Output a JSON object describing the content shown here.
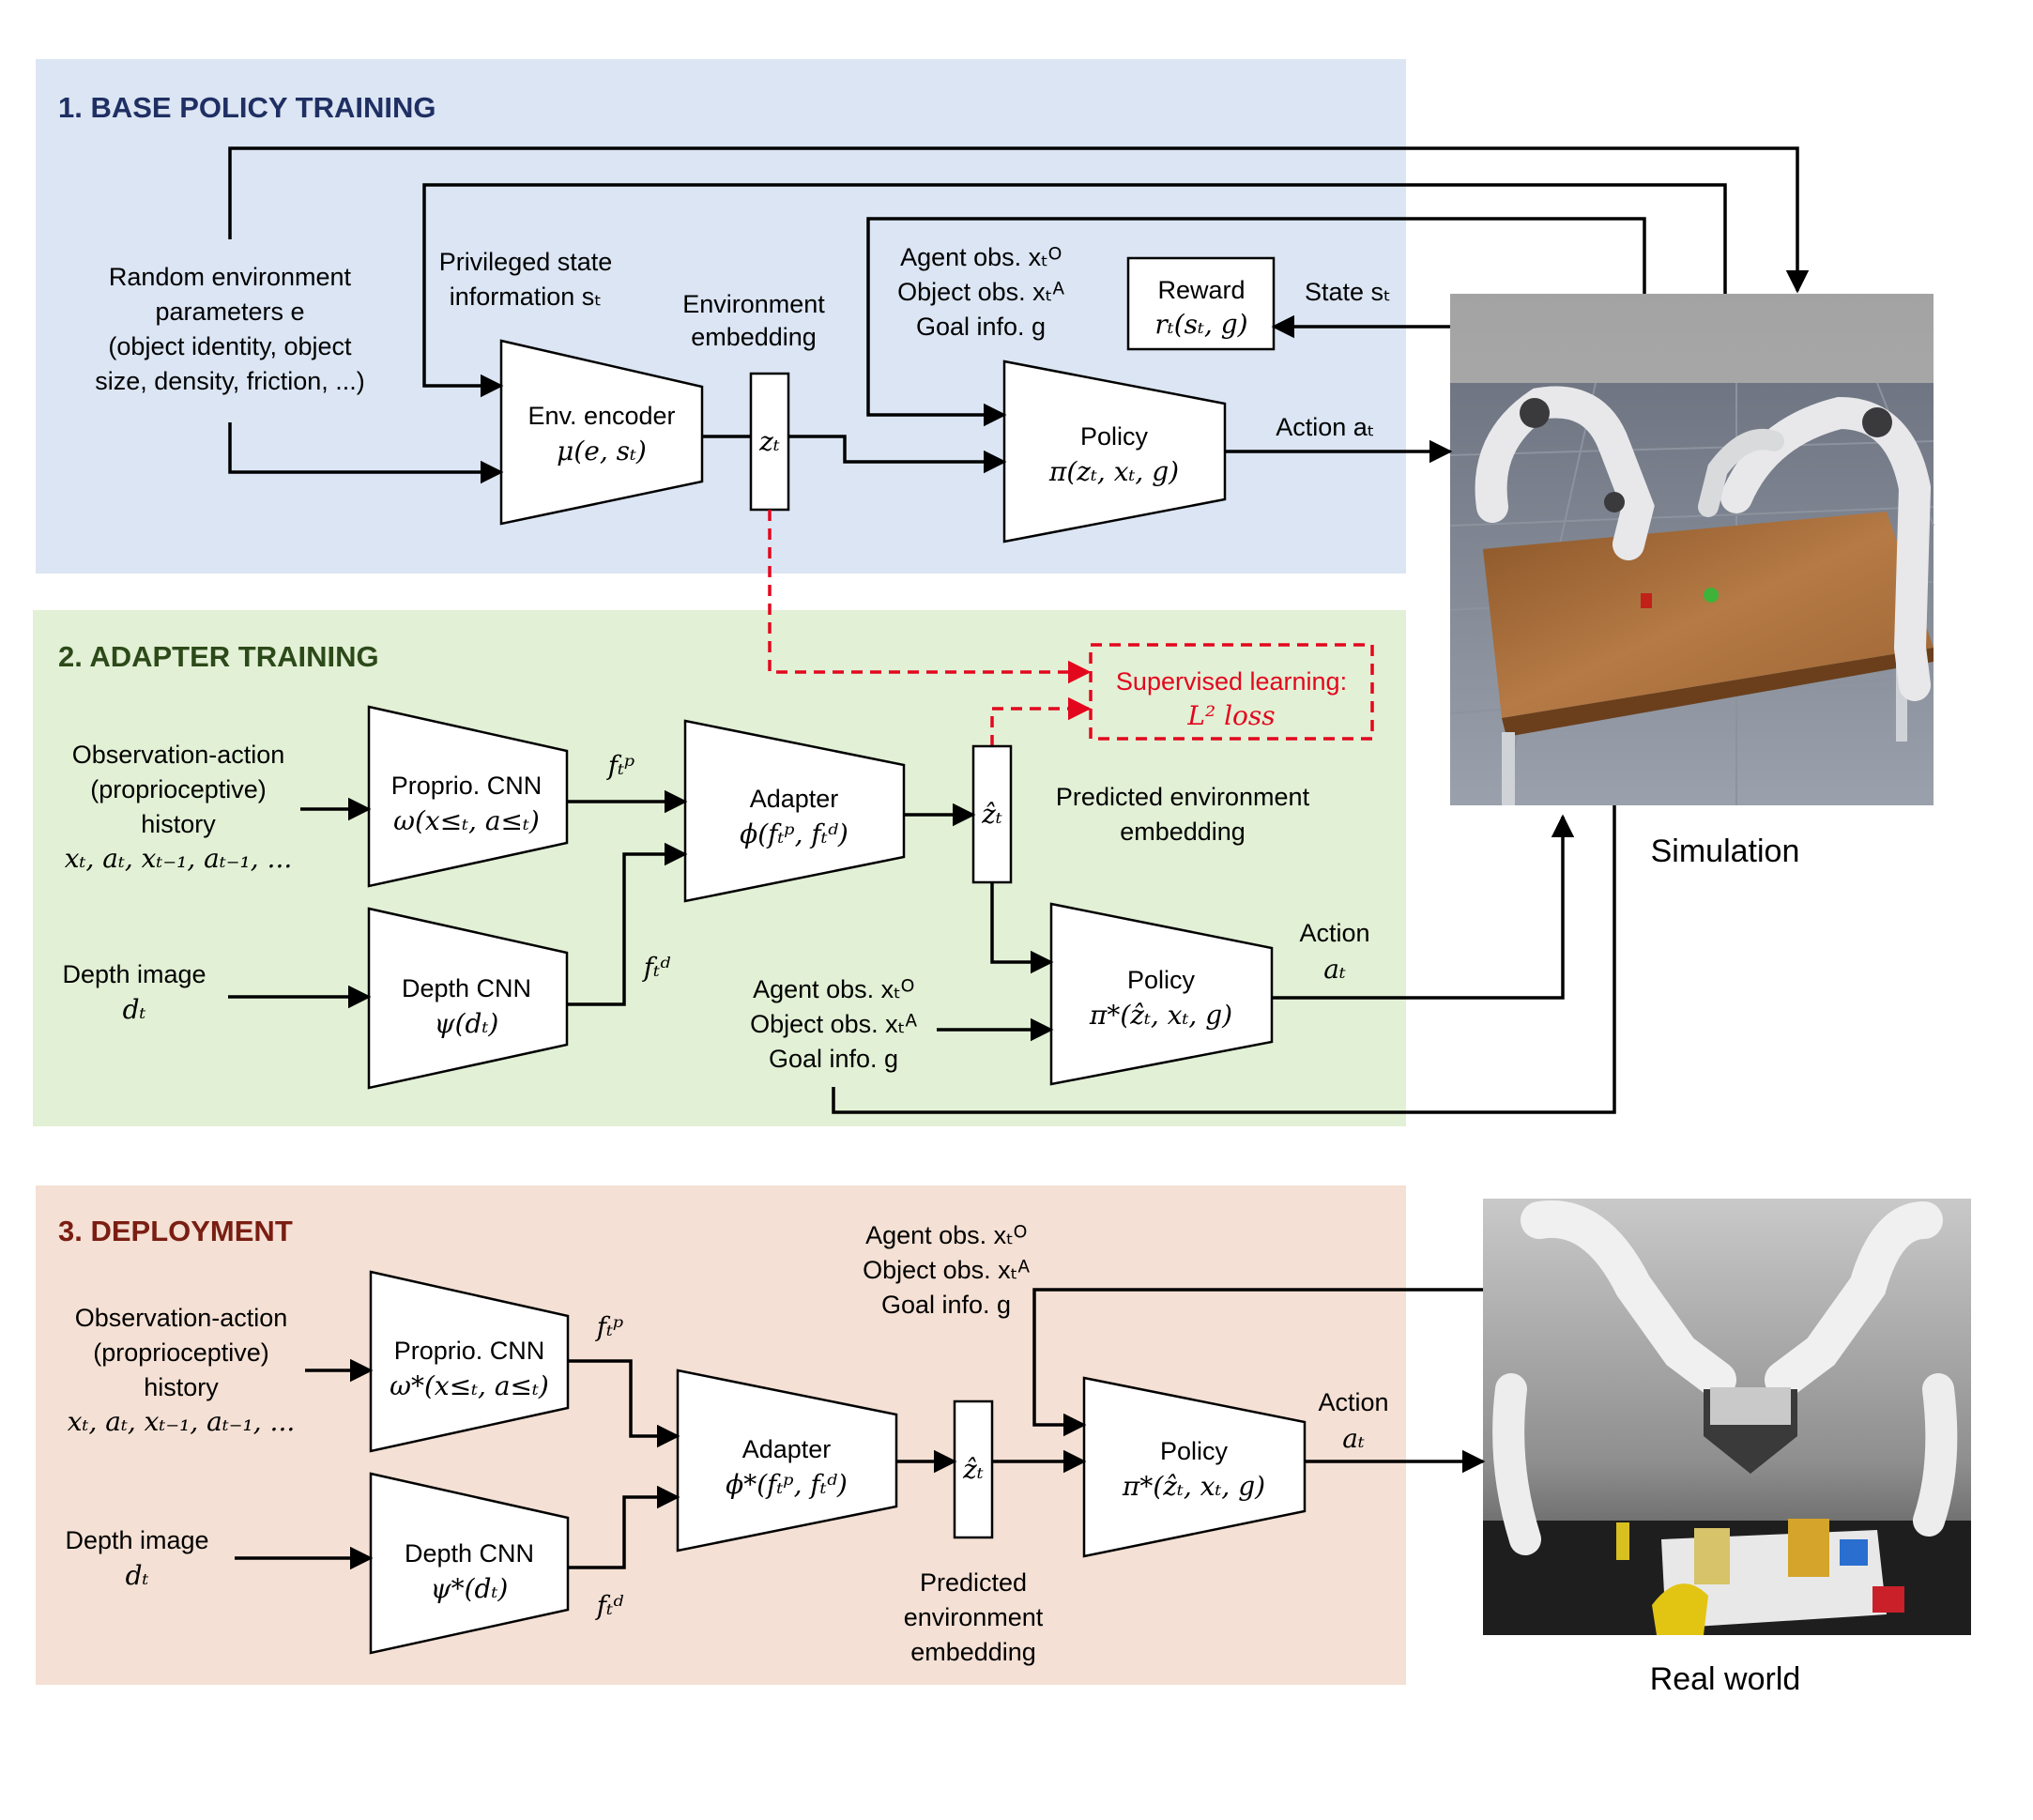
{
  "sections": {
    "base": {
      "title": "1. BASE POLICY TRAINING",
      "color": "#dbe5f3",
      "title_color": "#1f2f63"
    },
    "adapter": {
      "title": "2. ADAPTER TRAINING",
      "color": "#e2f0d5",
      "title_color": "#2c4a19"
    },
    "deploy": {
      "title": "3. DEPLOYMENT",
      "color": "#f4e0d4",
      "title_color": "#7a1d12"
    }
  },
  "base": {
    "random_env": [
      "Random environment",
      "parameters e",
      "(object identity, object",
      "size, density, friction, ...)"
    ],
    "privileged": [
      "Privileged state",
      "information sₜ"
    ],
    "env_encoder": {
      "name": "Env. encoder",
      "formula": "μ(e, sₜ)"
    },
    "env_embedding": [
      "Environment",
      "embedding"
    ],
    "z_label": "zₜ",
    "obs": [
      "Agent obs. xₜᴼ",
      "Object obs. xₜᴬ",
      "Goal info. g"
    ],
    "reward": {
      "name": "Reward",
      "formula": "rₜ(sₜ, g)"
    },
    "state": "State sₜ",
    "policy": {
      "name": "Policy",
      "formula": "π(zₜ, xₜ, g)"
    },
    "action": "Action aₜ"
  },
  "adapter": {
    "obs_action": [
      "Observation-action",
      "(proprioceptive)",
      "history",
      "xₜ, aₜ, xₜ₋₁, aₜ₋₁, ..."
    ],
    "proprio": {
      "name": "Proprio. CNN",
      "formula": "ω(x≤ₜ, a≤ₜ)"
    },
    "fp": "fₜᵖ",
    "fd": "fₜᵈ",
    "depth_image": [
      "Depth image",
      "dₜ"
    ],
    "depth_cnn": {
      "name": "Depth CNN",
      "formula": "ψ(dₜ)"
    },
    "adapter": {
      "name": "Adapter",
      "formula": "ϕ(fₜᵖ, fₜᵈ)"
    },
    "zhat": "ẑₜ",
    "supervised": [
      "Supervised learning:",
      "L² loss"
    ],
    "predicted": [
      "Predicted environment",
      "embedding"
    ],
    "obs": [
      "Agent obs. xₜᴼ",
      "Object obs. xₜᴬ",
      "Goal info. g"
    ],
    "policy": {
      "name": "Policy",
      "formula": "π*(ẑₜ, xₜ, g)"
    },
    "action": [
      "Action",
      "aₜ"
    ]
  },
  "deploy": {
    "obs_action": [
      "Observation-action",
      "(proprioceptive)",
      "history",
      "xₜ, aₜ, xₜ₋₁, aₜ₋₁, ..."
    ],
    "proprio": {
      "name": "Proprio. CNN",
      "formula": "ω*(x≤ₜ, a≤ₜ)"
    },
    "fp": "fₜᵖ",
    "fd": "fₜᵈ",
    "depth_image": [
      "Depth image",
      "dₜ"
    ],
    "depth_cnn": {
      "name": "Depth CNN",
      "formula": "ψ*(dₜ)"
    },
    "adapter": {
      "name": "Adapter",
      "formula": "ϕ*(fₜᵖ, fₜᵈ)"
    },
    "zhat": "ẑₜ",
    "predicted": [
      "Predicted",
      "environment",
      "embedding"
    ],
    "obs": [
      "Agent obs. xₜᴼ",
      "Object obs. xₜᴬ",
      "Goal info. g"
    ],
    "policy": {
      "name": "Policy",
      "formula": "π*(ẑₜ, xₜ, g)"
    },
    "action": [
      "Action",
      "aₜ"
    ]
  },
  "captions": {
    "simulation": "Simulation",
    "real_world": "Real world"
  }
}
